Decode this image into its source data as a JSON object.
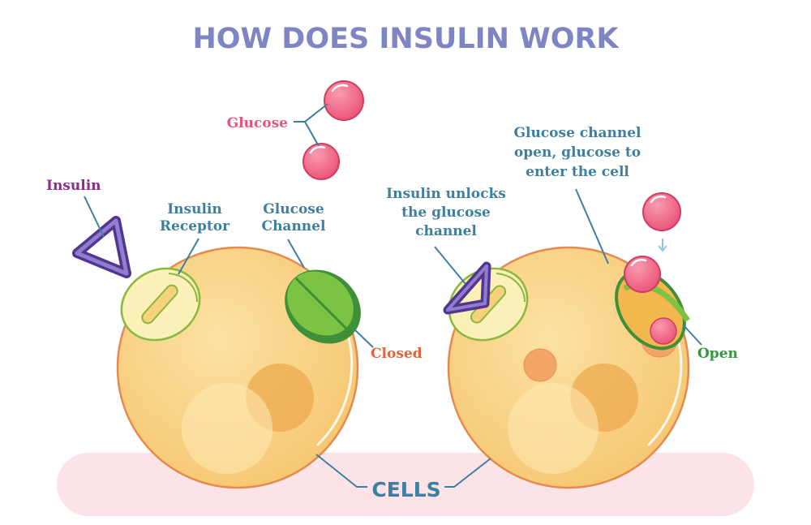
{
  "title": "HOW DOES INSULIN WORK",
  "labels": {
    "glucose": "Glucose",
    "insulin": "Insulin",
    "insulin_receptor_line1": "Insulin",
    "insulin_receptor_line2": "Receptor",
    "glucose_channel_line1": "Glucose",
    "glucose_channel_line2": "Channel",
    "closed": "Closed",
    "unlocks_line1": "Insulin unlocks",
    "unlocks_line2": "the glucose",
    "unlocks_line3": "channel",
    "open_channel_line1": "Glucose channel",
    "open_channel_line2": "open, glucose to",
    "open_channel_line3": "enter the cell",
    "open": "Open",
    "cells": "CELLS"
  },
  "colors": {
    "title": "#7f84c4",
    "glucose_label": "#e8557c",
    "insulin_label": "#8e2b8e",
    "blue_label": "#3e7fa0",
    "closed_label": "#e0653a",
    "open_label": "#2f9a3c",
    "cell_fill": "#f8cf7e",
    "cell_outline": "#e58a4c",
    "ground": "#fbe3e7",
    "glucose_fill": "#f26a8b",
    "glucose_outline": "#cf3e5d",
    "channel_green": "#7cc243",
    "channel_dark": "#3f8f38",
    "insulin_purple": "#7b4dab",
    "arrow_blue": "#8fc7dd"
  }
}
